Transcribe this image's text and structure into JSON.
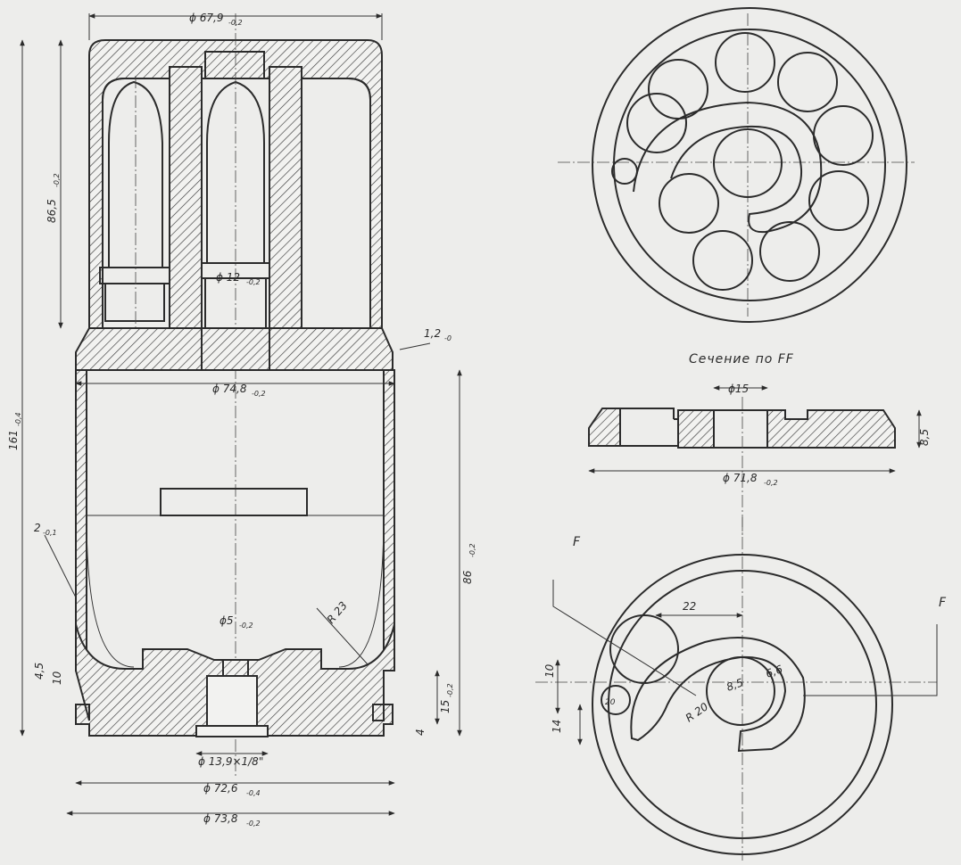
{
  "section_caption": "Сечение по FF",
  "cut_marks": {
    "left": "F",
    "right": "F"
  },
  "dimensions": {
    "top_diameter": "ϕ 67,9",
    "top_diameter_tol": "-0,2",
    "upper_height": "86,5",
    "upper_height_tol": "-0,2",
    "overall_height": "161",
    "overall_height_tol": "-0,4",
    "inner_diameter": "ϕ 12",
    "inner_diameter_tol": "-0,2",
    "chamfer": "1,2",
    "chamfer_tol": "-0",
    "mid_diameter": "ϕ 74,8",
    "mid_diameter_tol": "-0,2",
    "wall": "2",
    "wall_tol": "-0,1",
    "lower_height": "86",
    "lower_height_tol": "-0,2",
    "radius_23": "R 23",
    "pin_diameter": "ϕ5",
    "pin_diameter_tol": "-0,2",
    "base_15": "15",
    "base_15_tol": "-0,2",
    "base_4": "4",
    "side_45": "4,5",
    "side_10": "10",
    "bore": "ϕ 13,9×1/8\"",
    "base_diameter": "ϕ 72,6",
    "base_diameter_tol": "-0,4",
    "outer_diameter": "ϕ 73,8",
    "outer_diameter_tol": "-0,2",
    "section_15": "ϕ15",
    "section_diameter": "ϕ 71,8",
    "section_diameter_tol": "-0,2",
    "section_height": "8,5",
    "plan_22": "22",
    "plan_10": "10",
    "plan_14": "14",
    "plan_r20": "R 20",
    "plan_d85": "8,5",
    "plan_d66": "6,6",
    "plan_d20": "20"
  }
}
